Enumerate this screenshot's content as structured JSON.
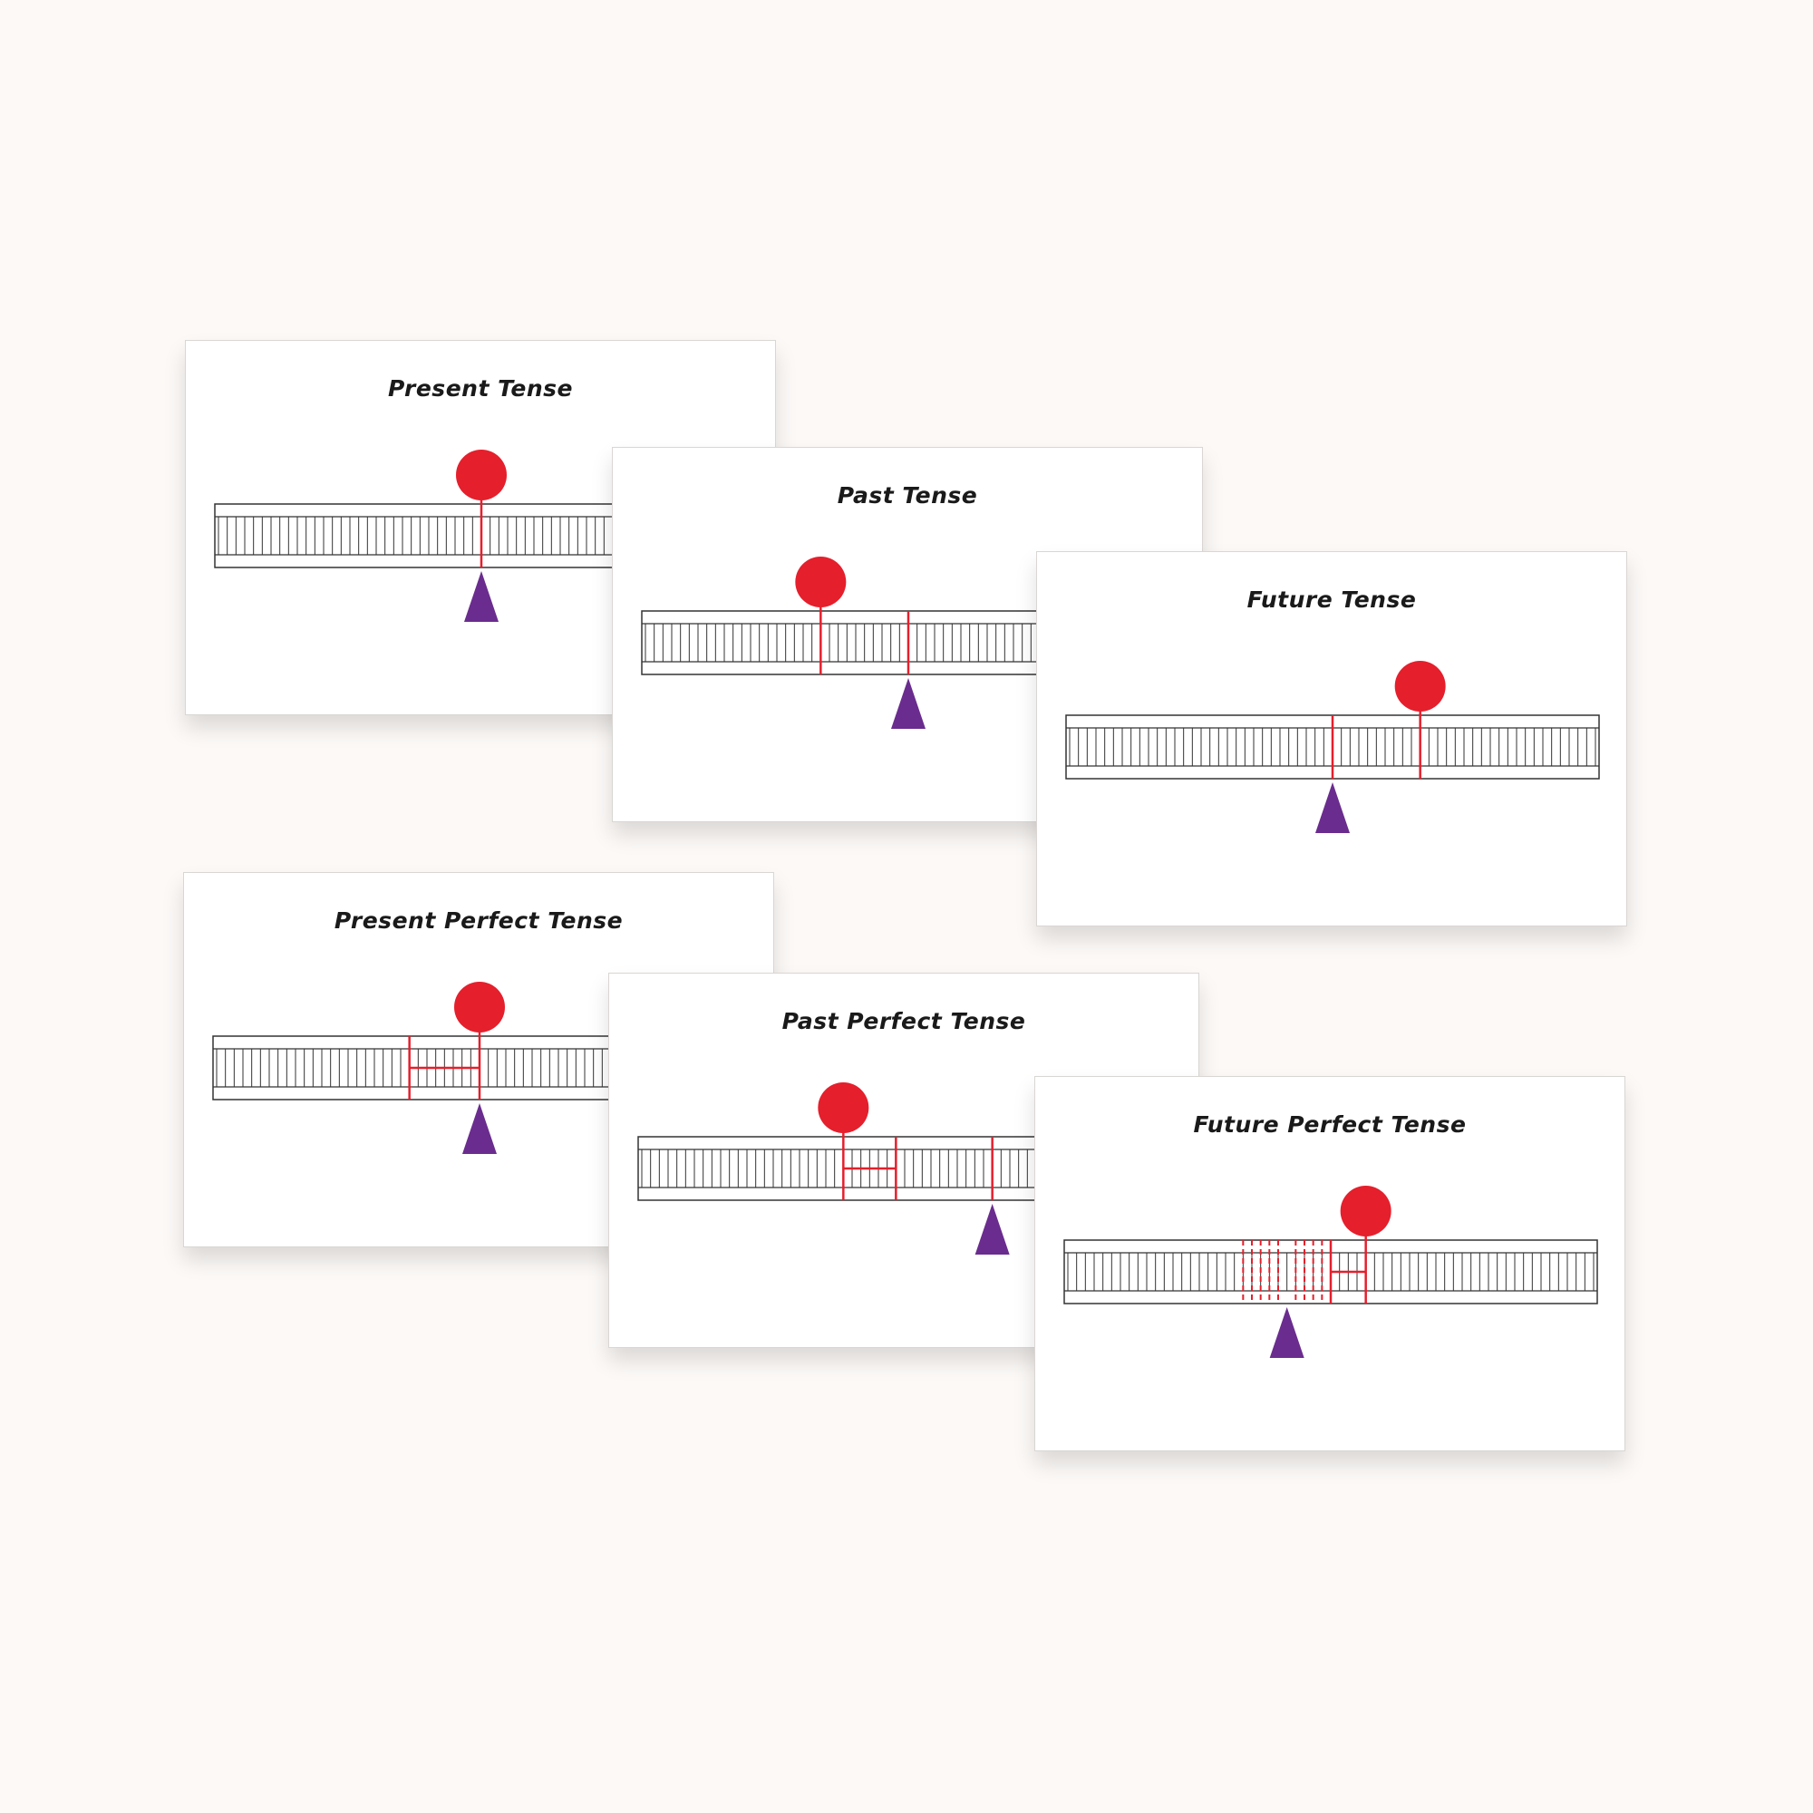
{
  "colors": {
    "background": "#fcf9f7",
    "circle": "#e51f2c",
    "triangle": "#6a2c8e",
    "marker": "#e51f2c",
    "timeline": "#333333"
  },
  "icons": {
    "event": "red-circle-icon",
    "now": "purple-triangle-icon"
  },
  "cards": [
    {
      "title": "Present Tense",
      "footer": "",
      "timeline": {
        "total_slots": 60,
        "now_index": 30,
        "event_index": 30,
        "markers": [
          30
        ],
        "bracket": null,
        "dashed": []
      }
    },
    {
      "title": "Past Tense",
      "footer": "",
      "timeline": {
        "total_slots": 60,
        "now_index": 30,
        "event_index": 20,
        "markers": [
          20,
          30
        ],
        "bracket": null,
        "dashed": []
      }
    },
    {
      "title": "Future Tense",
      "footer": "",
      "timeline": {
        "total_slots": 60,
        "now_index": 30,
        "event_index": 40,
        "markers": [
          30,
          40
        ],
        "bracket": null,
        "dashed": []
      }
    },
    {
      "title": "Present Perfect Tense",
      "footer": "",
      "timeline": {
        "total_slots": 60,
        "now_index": 30,
        "event_index": 30,
        "markers": [
          22,
          30
        ],
        "bracket": [
          22,
          30
        ],
        "dashed": []
      }
    },
    {
      "title": "Past Perfect Tense",
      "footer": "",
      "timeline": {
        "total_slots": 60,
        "now_index": 40,
        "event_index": 23,
        "markers": [
          23,
          29,
          40
        ],
        "bracket": [
          23,
          29
        ],
        "dashed": []
      }
    },
    {
      "title": "Future Perfect Tense",
      "footer": "",
      "timeline": {
        "total_slots": 60,
        "now_index": 25,
        "event_index": 34,
        "markers": [
          30,
          34
        ],
        "bracket": [
          30,
          34
        ],
        "dashed": [
          20,
          21,
          22,
          23,
          24,
          26,
          27,
          28,
          29
        ]
      }
    }
  ]
}
